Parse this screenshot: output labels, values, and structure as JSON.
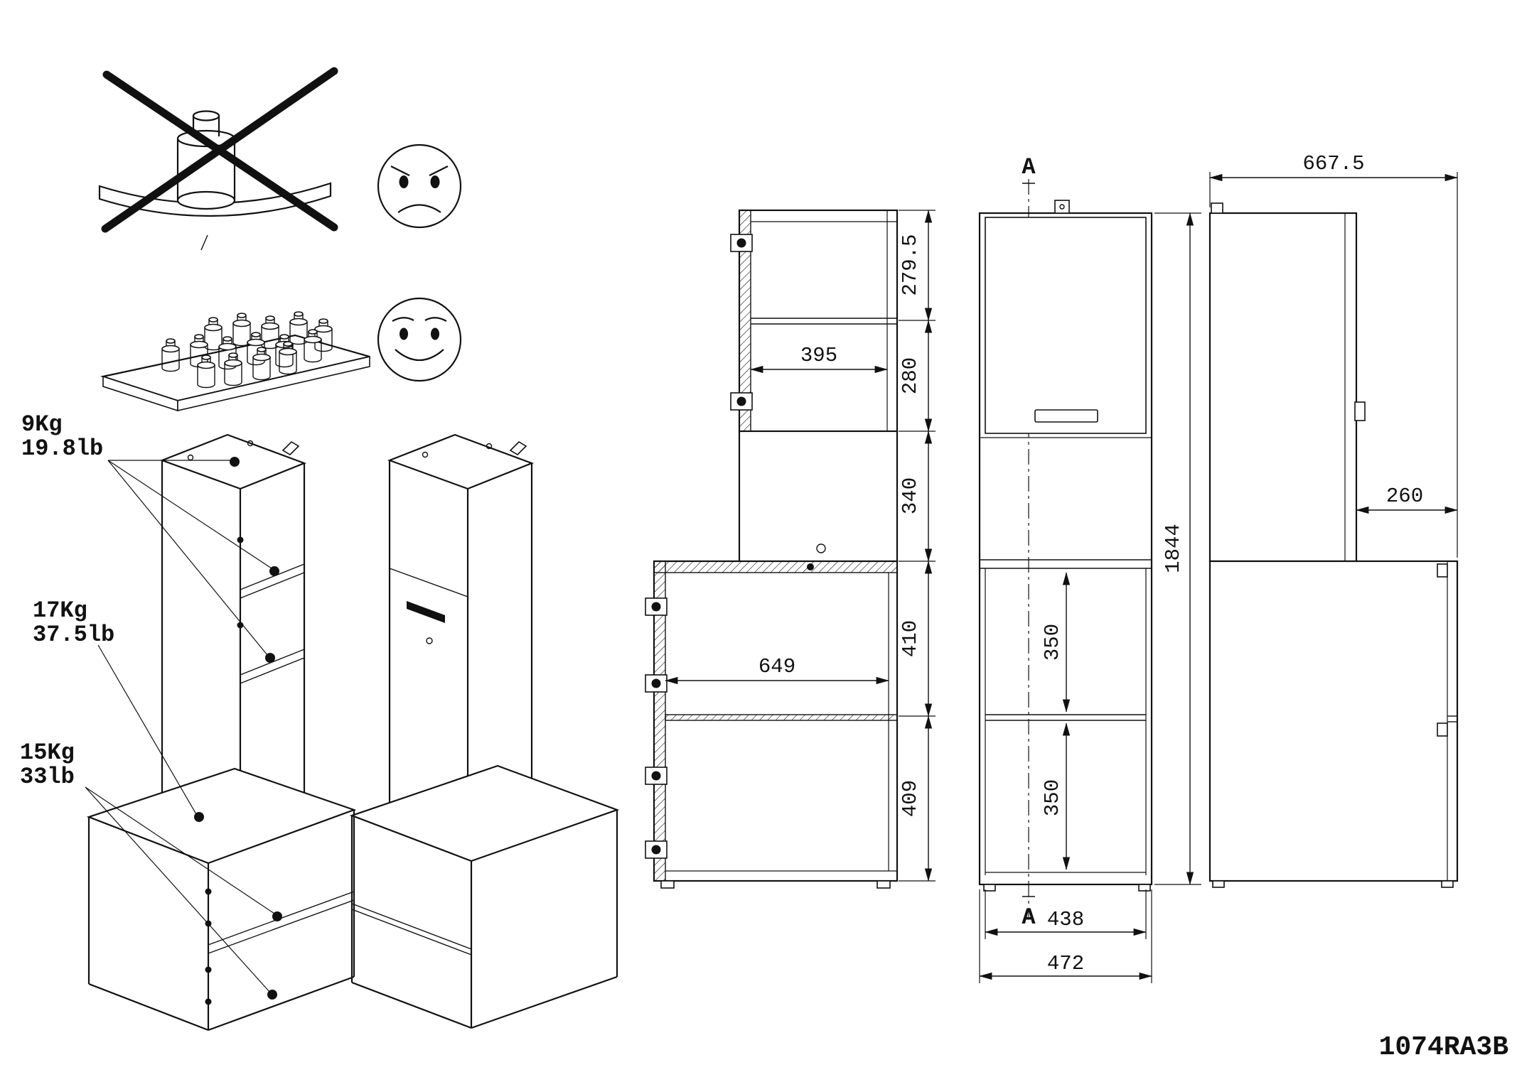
{
  "part_number": "1074RA3B",
  "section_marker": "A",
  "weight_labels": {
    "upper": {
      "kg": "9Kg",
      "lb": "19.8lb"
    },
    "middle": {
      "kg": "17Kg",
      "lb": "37.5lb"
    },
    "lower": {
      "kg": "15Kg",
      "lb": "33lb"
    }
  },
  "front_view": {
    "upper_section_height": "279.5",
    "second_section_height": "280",
    "gap_height": "340",
    "base_upper_height": "410",
    "base_lower_height": "409",
    "upper_inner_width": "395",
    "base_inner_width": "649"
  },
  "side_view": {
    "total_height": "1844",
    "upper_compartment": "350",
    "lower_compartment": "350",
    "inner_width": "438",
    "outer_width": "472"
  },
  "profile_view": {
    "overall_depth": "667.5",
    "front_offset": "260"
  }
}
